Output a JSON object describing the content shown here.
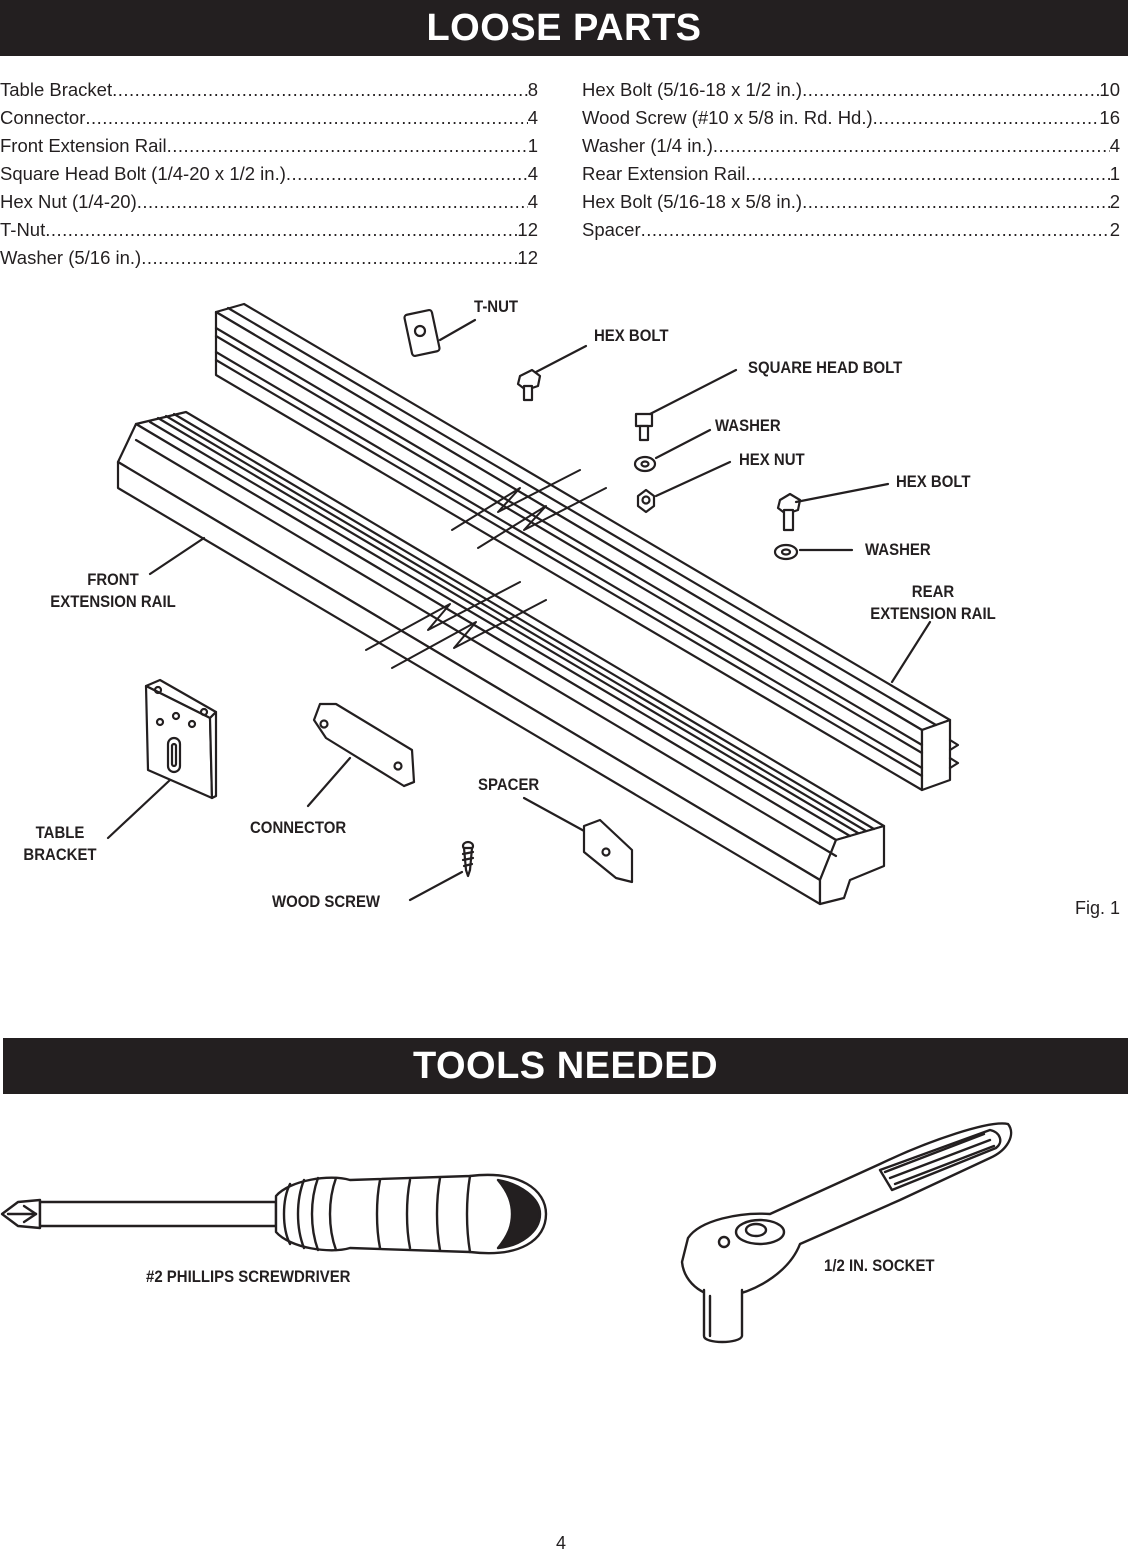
{
  "sections": {
    "loose_parts_title": "LOOSE PARTS",
    "tools_needed_title": "TOOLS NEEDED"
  },
  "parts_left": [
    {
      "name": "Table Bracket",
      "qty": "8"
    },
    {
      "name": "Connector",
      "qty": "4"
    },
    {
      "name": "Front Extension Rail",
      "qty": "1"
    },
    {
      "name": "Square Head Bolt (1/4-20 x 1/2 in.)",
      "qty": "4"
    },
    {
      "name": "Hex Nut (1/4-20)",
      "qty": "4"
    },
    {
      "name": "T-Nut",
      "qty": "12"
    },
    {
      "name": "Washer (5/16 in.)",
      "qty": "12"
    }
  ],
  "parts_right": [
    {
      "name": "Hex Bolt (5/16-18 x 1/2 in.)",
      "qty": "10"
    },
    {
      "name": "Wood Screw (#10 x 5/8 in. Rd. Hd.) ",
      "qty": "16"
    },
    {
      "name": "Washer (1/4 in.)",
      "qty": "4"
    },
    {
      "name": "Rear Extension Rail",
      "qty": "1"
    },
    {
      "name": "Hex Bolt (5/16-18 x 5/8 in.)",
      "qty": "2"
    },
    {
      "name": "Spacer",
      "qty": "2"
    }
  ],
  "figure": {
    "labels": {
      "t_nut": "T-NUT",
      "hex_bolt_1": "HEX BOLT",
      "square_head_bolt": "SQUARE HEAD BOLT",
      "washer_1": "WASHER",
      "hex_nut": "HEX NUT",
      "hex_bolt_2": "HEX BOLT",
      "washer_2": "WASHER",
      "front_extension_rail": "FRONT\nEXTENSION RAIL",
      "rear_extension_rail": "REAR\nEXTENSION RAIL",
      "spacer": "SPACER",
      "table_bracket": "TABLE\nBRACKET",
      "connector": "CONNECTOR",
      "wood_screw": "WOOD SCREW"
    },
    "caption": "Fig. 1"
  },
  "tools": {
    "screwdriver_label": "#2 PHILLIPS SCREWDRIVER",
    "socket_label": "1/2 IN. SOCKET"
  },
  "page_number": "4"
}
